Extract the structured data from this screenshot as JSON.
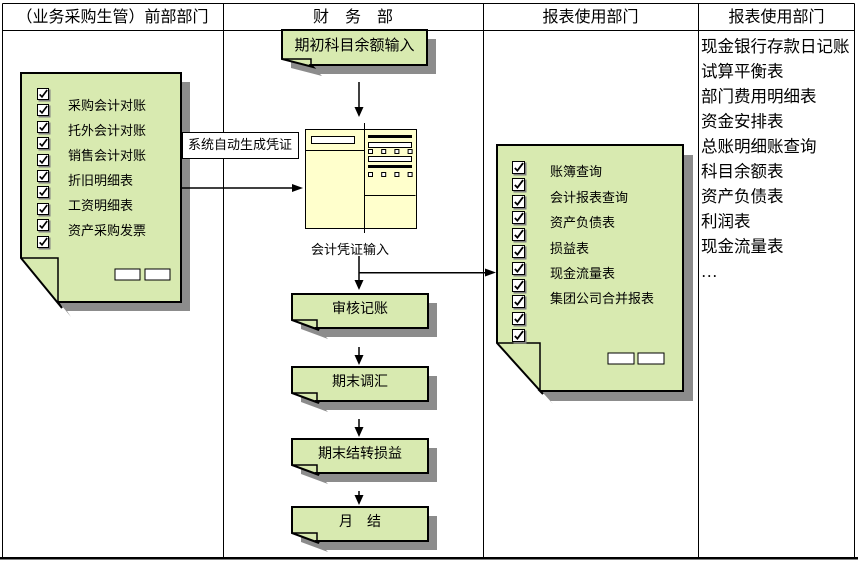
{
  "header": {
    "col1": "（业务采购生管）前部部门",
    "col2": "财　务　部",
    "col3": "报表使用部门",
    "col4": "报表使用部门"
  },
  "col1_doc": {
    "items": [
      "采购会计对账",
      "托外会计对账",
      "销售会计对账",
      "折旧明细表",
      "工资明细表",
      "资产采购发票"
    ],
    "checkbox_count": 10
  },
  "auto_label": "系统自动生成凭证",
  "flow": {
    "start_box": "期初科目余额输入",
    "form_caption": "会计凭证输入",
    "steps": [
      "审核记账",
      "期末调汇",
      "期末结转损益",
      "月　结"
    ]
  },
  "col3_doc": {
    "items": [
      "账簿查询",
      "会计报表查询",
      "资产负债表",
      "损益表",
      "现金流量表",
      "集团公司合并报表"
    ],
    "checkbox_count": 11
  },
  "col4_list": [
    "现金银行存款日记账",
    "试算平衡表",
    "部门费用明细表",
    "资金安排表",
    "总账明细账查询",
    "科目余额表",
    "资产负债表",
    "利润表",
    "现金流量表",
    "…"
  ],
  "colors": {
    "shape_fill": "#d8eab0",
    "shape_shadow": "#8c8c8c",
    "form_fill": "#ffffcc",
    "line": "#000000"
  }
}
